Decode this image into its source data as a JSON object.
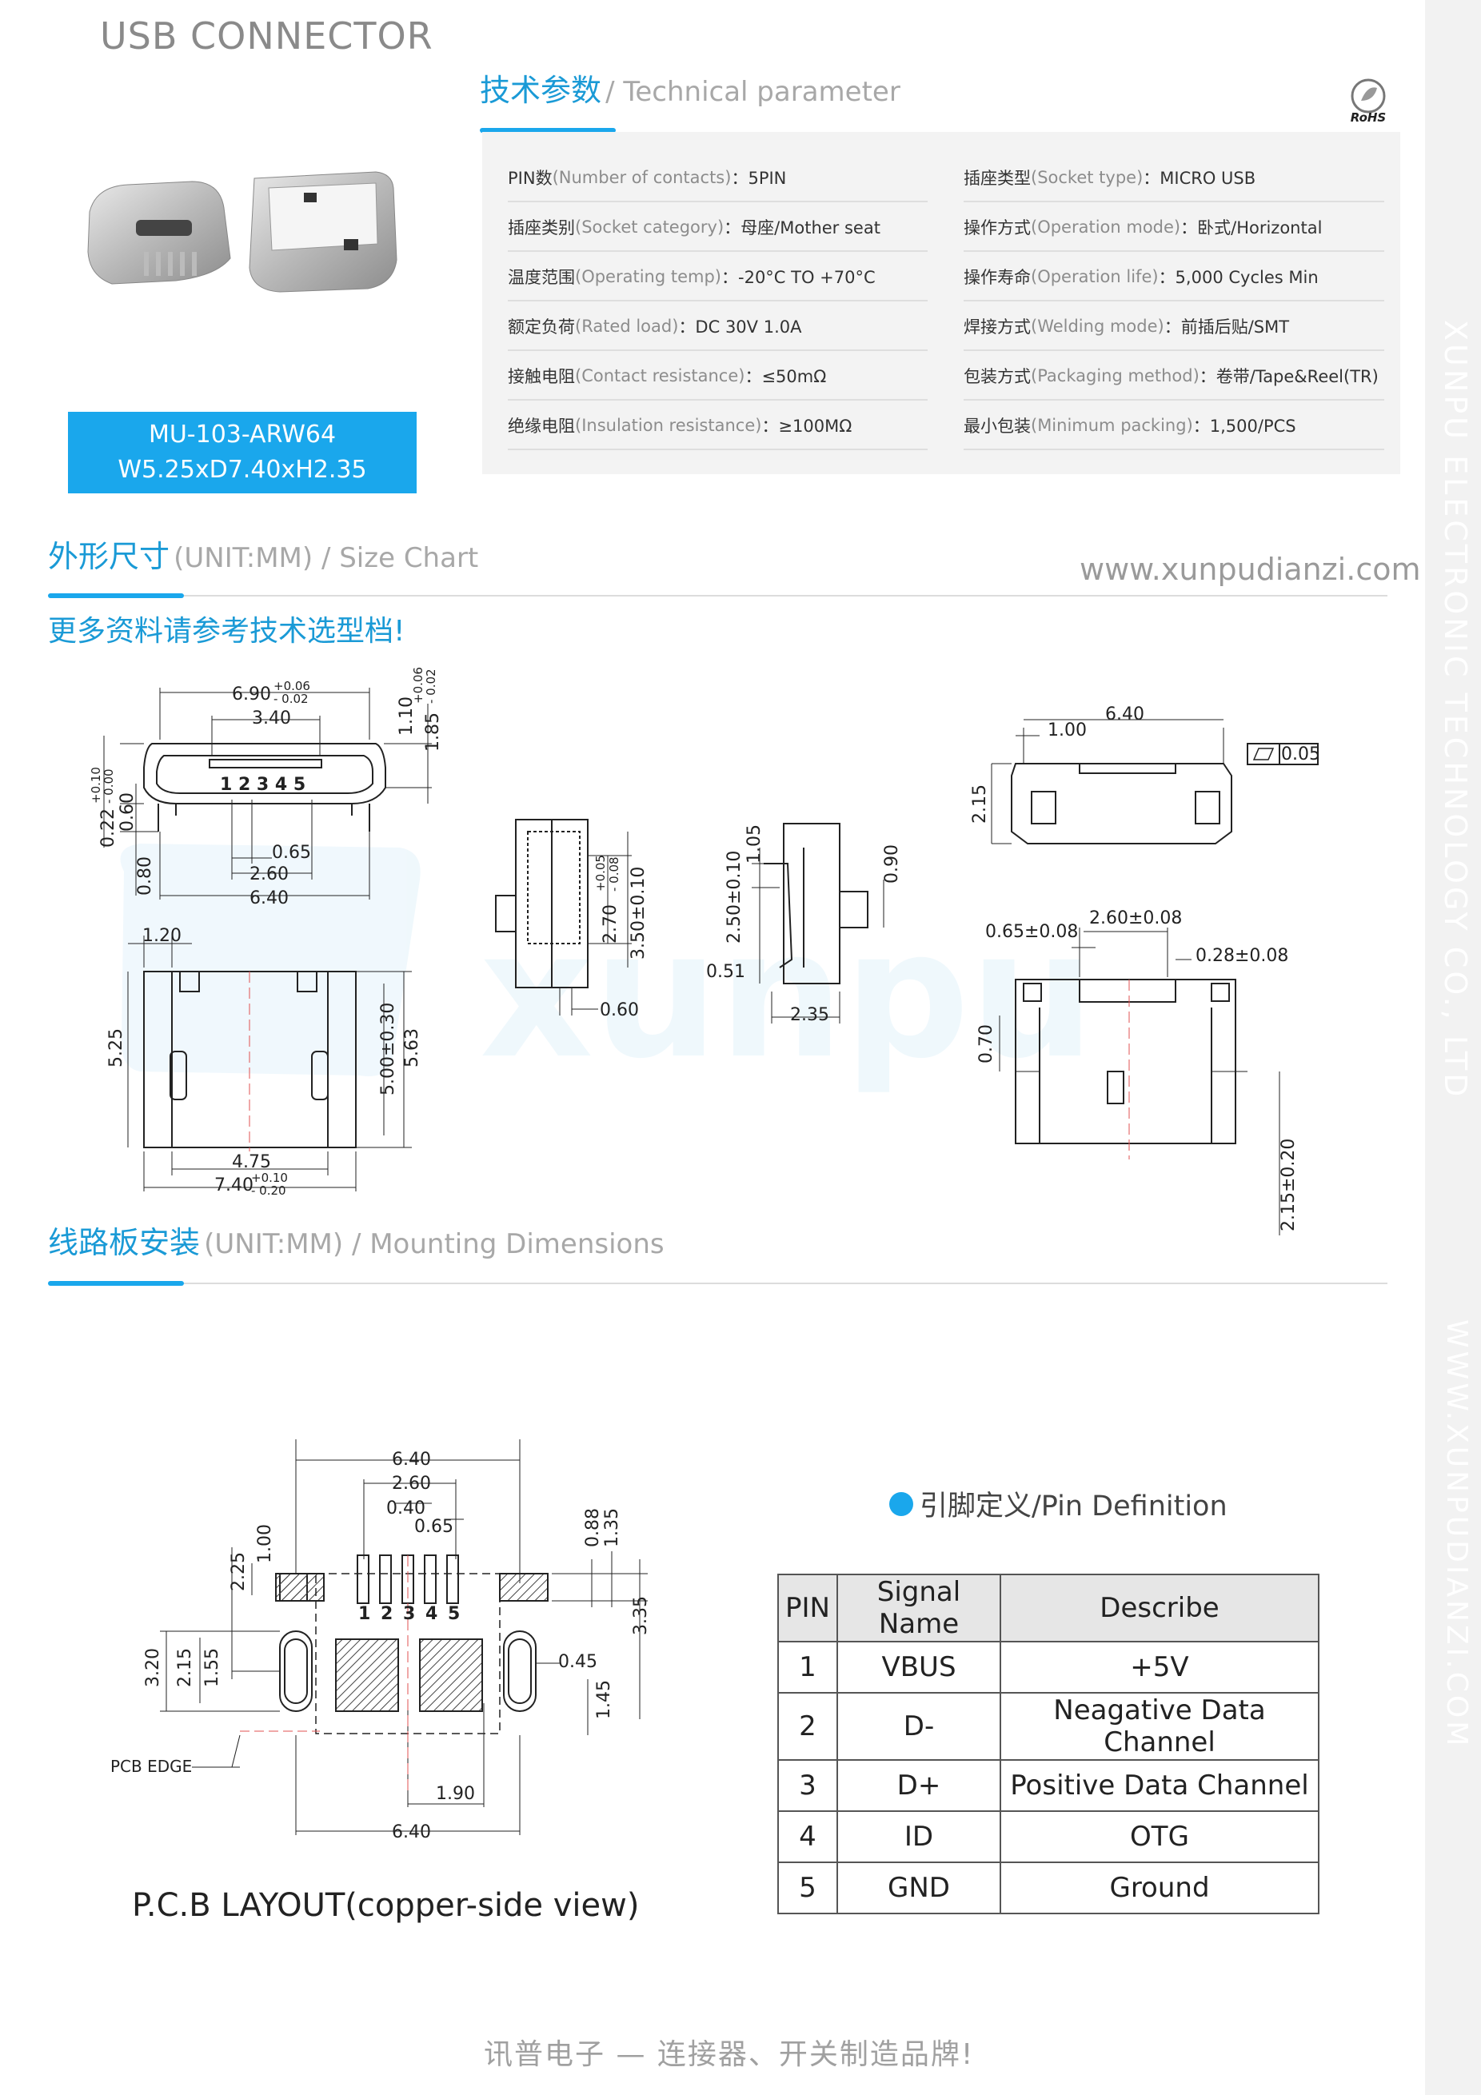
{
  "header": {
    "doc_title": "USB CONNECTOR"
  },
  "tech": {
    "title_cn": "技术参数",
    "title_en": "/ Technical parameter",
    "rohs_label": "RoHS",
    "left": [
      {
        "cn": "PIN数",
        "en": "(Number of contacts)",
        "val": "：5PIN"
      },
      {
        "cn": "插座类别",
        "en": "(Socket category)",
        "val": "：母座/Mother seat"
      },
      {
        "cn": "温度范围",
        "en": "(Operating temp)",
        "val": "：-20°C TO +70°C"
      },
      {
        "cn": "额定负荷",
        "en": "(Rated load)",
        "val": "：DC 30V 1.0A"
      },
      {
        "cn": "接触电阻",
        "en": "(Contact resistance)",
        "val": "：≤50mΩ"
      },
      {
        "cn": "绝缘电阻",
        "en": "(Insulation resistance)",
        "val": "：≥100MΩ"
      }
    ],
    "right": [
      {
        "cn": "插座类型",
        "en": "(Socket type)",
        "val": "：MICRO USB"
      },
      {
        "cn": "操作方式",
        "en": "(Operation mode)",
        "val": "：卧式/Horizontal"
      },
      {
        "cn": "操作寿命",
        "en": "(Operation life)",
        "val": "：5,000 Cycles Min"
      },
      {
        "cn": "焊接方式",
        "en": "(Welding mode)",
        "val": "：前插后贴/SMT"
      },
      {
        "cn": "包装方式",
        "en": "(Packaging method)",
        "val": "：卷带/Tape&Reel(TR)"
      },
      {
        "cn": "最小包装",
        "en": "(Minimum packing)",
        "val": "：1,500/PCS"
      }
    ]
  },
  "product": {
    "model": "MU-103-ARW64",
    "dims": "W5.25xD7.40xH2.35"
  },
  "size_chart": {
    "title_cn": "外形尺寸",
    "title_en": "(UNIT:MM) / Size Chart",
    "website": "www.xunpudianzi.com",
    "more_info": "更多资料请参考技术选型档!",
    "dims": {
      "w690": "6.90",
      "tol_p006": "+0.06",
      "tol_m002": "- 0.02",
      "w340": "3.40",
      "h110": "1.10",
      "h185": "1.85",
      "pin_nums": "1 2 3 4 5",
      "h022": "0.22",
      "tol_p010": "+0.10",
      "tol_m000": "- 0.00",
      "h060": "0.60",
      "d065": "0.65",
      "d260": "2.60",
      "d640": "6.40",
      "h080": "0.80",
      "d120": "1.20",
      "h525": "5.25",
      "h500": "5.00±0.30",
      "h563": "5.63",
      "d475": "4.75",
      "d740": "7.40",
      "tol_m020": "- 0.20",
      "h270": "2.70",
      "tol_p005": "+0.05",
      "tol_m008": "- 0.08",
      "h350": "3.50±0.10",
      "d060": "0.60",
      "h105": "1.05",
      "h250": "2.50±0.10",
      "d051": "0.51",
      "d235": "2.35",
      "h090": "0.90",
      "r640": "6.40",
      "r100": "1.00",
      "flat": "0.05",
      "r215": "2.15",
      "r260": "2.60±0.08",
      "r065": "0.65±0.08",
      "r028": "0.28±0.08",
      "r070": "0.70",
      "r215b": "2.15±0.20"
    }
  },
  "mounting": {
    "title_cn": "线路板安装",
    "title_en": "(UNIT:MM) / Mounting Dimensions",
    "dims": {
      "m640": "6.40",
      "m260": "2.60",
      "m040": "0.40",
      "m065": "0.65",
      "m225": "2.25",
      "m100": "1.00",
      "m088": "0.88",
      "m135": "1.35",
      "m335": "3.35",
      "m320": "3.20",
      "m215": "2.15",
      "m155": "1.55",
      "m045": "0.45",
      "m145": "1.45",
      "m190": "1.90",
      "m640b": "6.40",
      "pcb_edge": "PCB EDGE"
    },
    "pin_labels": [
      "1",
      "2",
      "3",
      "4",
      "5"
    ],
    "pcb_caption": "P.C.B LAYOUT(copper-side view)"
  },
  "pin_definition": {
    "title": "引脚定义/Pin Definition",
    "headers": [
      "PIN",
      "Signal Name",
      "Describe"
    ],
    "rows": [
      [
        "1",
        "VBUS",
        "+5V"
      ],
      [
        "2",
        "D-",
        "Neagative Data Channel"
      ],
      [
        "3",
        "D+",
        "Positive Data Channel"
      ],
      [
        "4",
        "ID",
        "OTG"
      ],
      [
        "5",
        "GND",
        "Ground"
      ]
    ]
  },
  "sidebar": {
    "company": "XUNPU ELECTRONIC TECHNOLOGY CO., LTD",
    "website": "WWW.XUNPUDIANZI.COM"
  },
  "footer": {
    "slogan": "讯普电子 — 连接器、开关制造品牌!"
  }
}
